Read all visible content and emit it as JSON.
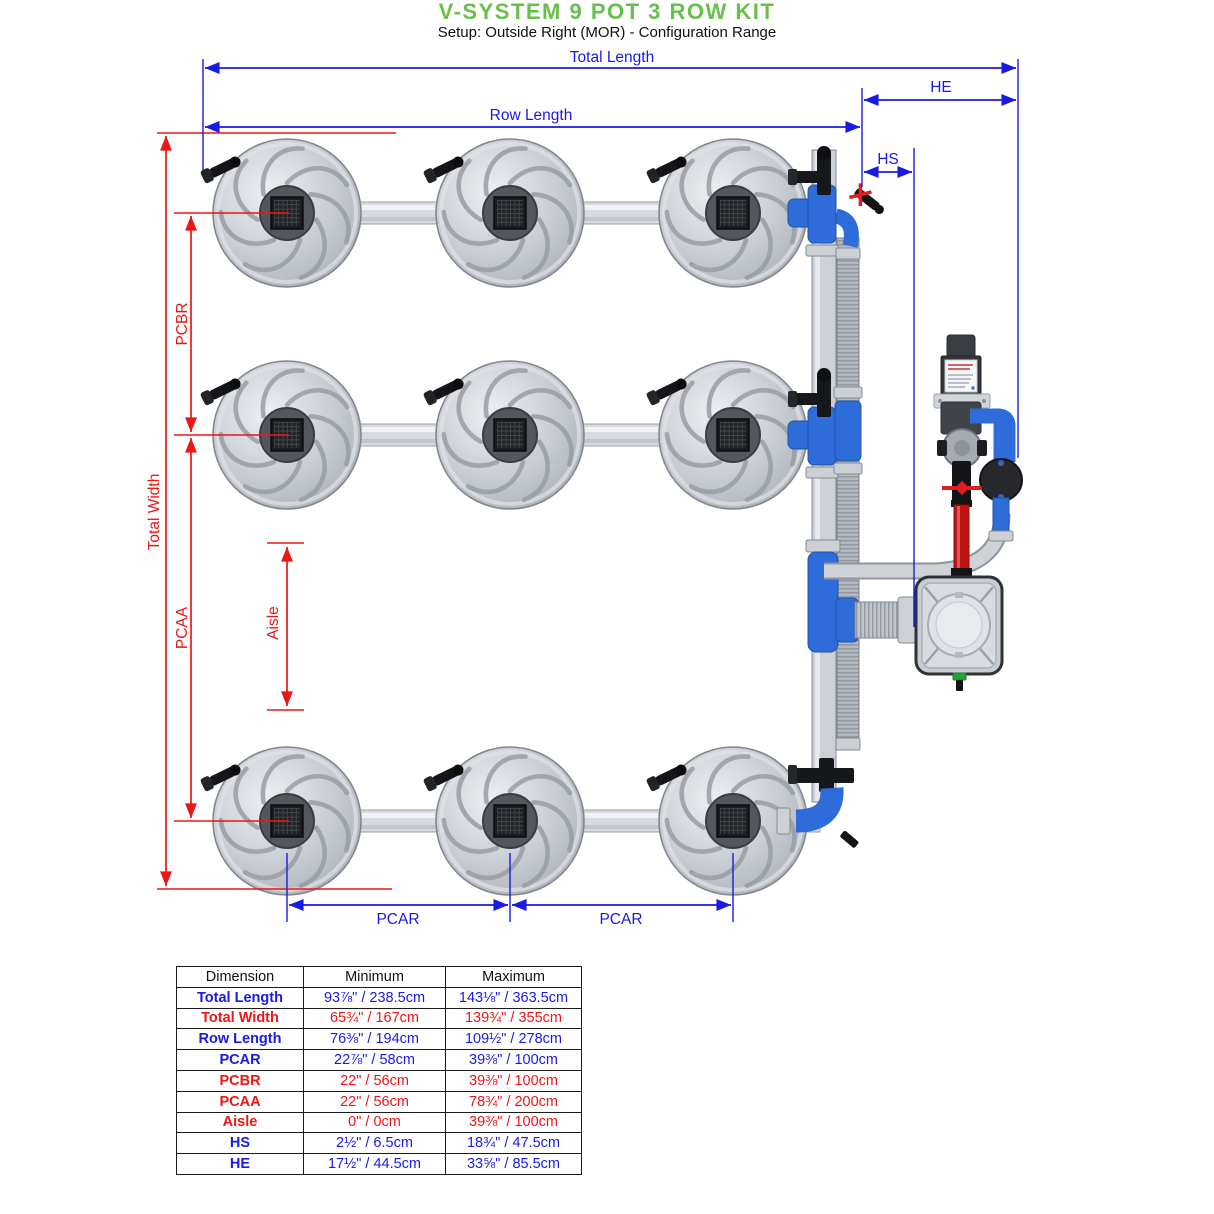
{
  "header": {
    "title": "V-SYSTEM 9 POT 3 ROW KIT",
    "subtitle": "Setup: Outside Right (MOR) - Configuration Range"
  },
  "diagram": {
    "labels": {
      "total_length": "Total Length",
      "he": "HE",
      "row_length": "Row Length",
      "hs": "HS",
      "total_width": "Total Width",
      "pcbr": "PCBR",
      "pcaa": "PCAA",
      "aisle": "Aisle",
      "pcar_left": "PCAR",
      "pcar_right": "PCAR"
    }
  },
  "table": {
    "headers": [
      "Dimension",
      "Minimum",
      "Maximum"
    ],
    "rows": [
      {
        "dimension": "Total Length",
        "minimum": "93⅞\" / 238.5cm",
        "maximum": "143⅛\" / 363.5cm",
        "color": "blue"
      },
      {
        "dimension": "Total Width",
        "minimum": "65¾\" / 167cm",
        "maximum": "139¾\" / 355cm",
        "color": "red"
      },
      {
        "dimension": "Row Length",
        "minimum": "76⅜\" / 194cm",
        "maximum": "109½\" / 278cm",
        "color": "blue"
      },
      {
        "dimension": "PCAR",
        "minimum": "22⅞\" / 58cm",
        "maximum": "39⅜\" / 100cm",
        "color": "blue"
      },
      {
        "dimension": "PCBR",
        "minimum": "22\" / 56cm",
        "maximum": "39⅜\" / 100cm",
        "color": "red"
      },
      {
        "dimension": "PCAA",
        "minimum": "22\" / 56cm",
        "maximum": "78¾\" / 200cm",
        "color": "red"
      },
      {
        "dimension": "Aisle",
        "minimum": "0\" / 0cm",
        "maximum": "39⅜\" / 100cm",
        "color": "red"
      },
      {
        "dimension": "HS",
        "minimum": "2½\" / 6.5cm",
        "maximum": "18¾\" / 47.5cm",
        "color": "blue"
      },
      {
        "dimension": "HE",
        "minimum": "17½\" / 44.5cm",
        "maximum": "33⅝\" / 85.5cm",
        "color": "blue"
      }
    ]
  },
  "colors": {
    "title_green": "#68bf49",
    "dim_blue": "#1a1ae6",
    "dim_red": "#ee1515"
  }
}
